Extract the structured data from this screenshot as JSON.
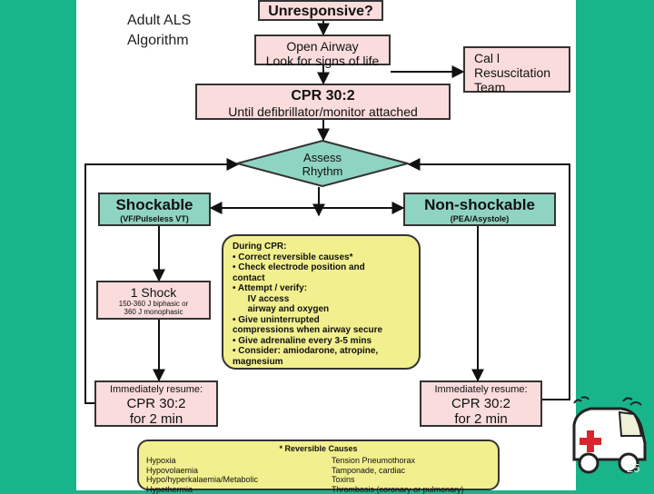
{
  "title": {
    "line1": "Adult ALS",
    "line2": "Algorithm"
  },
  "nodes": {
    "unresponsive": "Unresponsive?",
    "open_airway": {
      "line1": "Open Airway",
      "line2": "Look for signs of life"
    },
    "call_team": {
      "line1": "Cal l",
      "line2": "Resuscitation",
      "line3": "Team"
    },
    "cpr": {
      "line1": "CPR 30:2",
      "line2": "Until defibrillator/monitor attached"
    },
    "assess": {
      "line1": "Assess",
      "line2": "Rhythm"
    },
    "shockable": {
      "title": "Shockable",
      "sub": "(VF/Pulseless VT)"
    },
    "non_shockable": {
      "title": "Non-shockable",
      "sub": "(PEA/Asystole)"
    },
    "shock": {
      "title": "1 Shock",
      "line1": "150-360 J biphasic or",
      "line2": "360 J monophasic"
    },
    "resume_left": {
      "line1": "Immediately resume:",
      "line2": "CPR 30:2",
      "line3": "for 2 min"
    },
    "resume_right": {
      "line1": "Immediately resume:",
      "line2": "CPR 30:2",
      "line3": "for 2 min"
    }
  },
  "during_cpr": {
    "lines": [
      "During CPR:",
      "• Correct reversible causes*",
      "• Check electrode position and",
      "contact",
      "• Attempt / verify:",
      "      IV access",
      "      airway and oxygen",
      "• Give uninterrupted",
      "compressions when airway secure",
      "• Give adrenaline every 3-5 mins",
      "• Consider: amiodarone, atropine,",
      "magnesium"
    ]
  },
  "reversible": {
    "heading": "* Reversible Causes",
    "left": [
      "Hypoxia",
      "Hypovolaemia",
      "Hypo/hyperkalaemia/Metabolic",
      "Hypothermia"
    ],
    "right": [
      "Tension Pneumothorax",
      "Tamponade, cardiac",
      "Toxins",
      "Thrombosis (coronary or pulmonary)"
    ]
  },
  "page_number": "25",
  "colors": {
    "background": "#19b58a",
    "pink_box": "#fadcdc",
    "green_box": "#8fd4c2",
    "yellow_box": "#f2ef8e"
  },
  "icons": [
    "ambulance-icon"
  ]
}
